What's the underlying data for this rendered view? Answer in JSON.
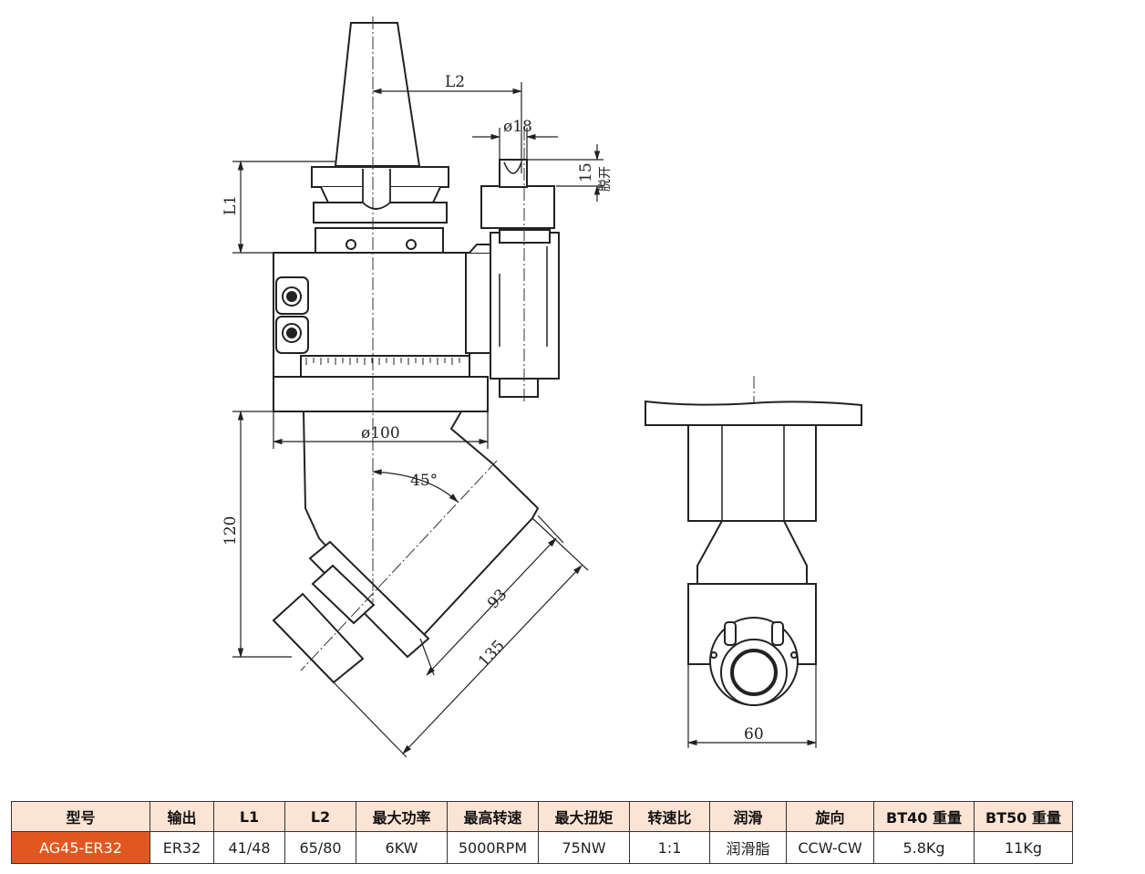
{
  "drawing": {
    "dimensions": {
      "L2": "L2",
      "phi18": "ø18",
      "fifteen": "15",
      "tuokai": "脱开",
      "L1": "L1",
      "phi100": "ø100",
      "angle45": "45°",
      "d120": "120",
      "d93": "93",
      "d135": "135",
      "d60": "60"
    }
  },
  "table": {
    "headers": [
      "型号",
      "输出",
      "L1",
      "L2",
      "最大功率",
      "最高转速",
      "最大扭矩",
      "转速比",
      "润滑",
      "旋向",
      "BT40 重量",
      "BT50 重量"
    ],
    "row": [
      "AG45-ER32",
      "ER32",
      "41/48",
      "65/80",
      "6KW",
      "5000RPM",
      "75NW",
      "1:1",
      "润滑脂",
      "CCW-CW",
      "5.8Kg",
      "11Kg"
    ],
    "model_color": "#e0581f",
    "header_color": "#fce4d4"
  }
}
